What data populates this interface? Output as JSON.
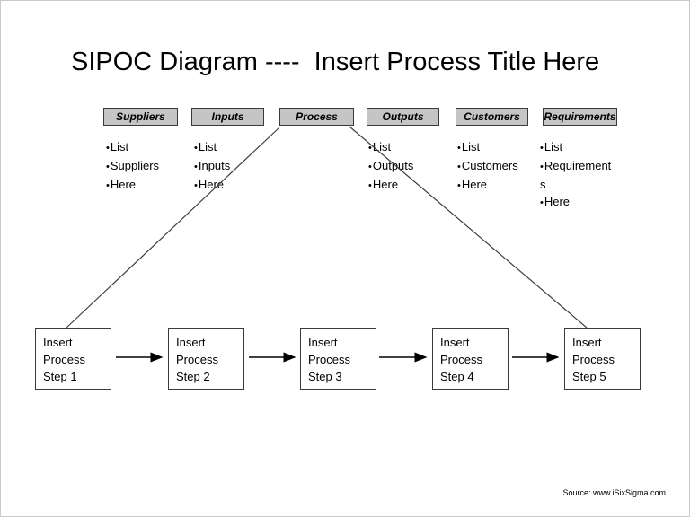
{
  "title": "SIPOC Diagram ----  Insert Process Title Here",
  "columns": [
    {
      "header": "Suppliers",
      "items": [
        "List",
        "Suppliers",
        "Here"
      ]
    },
    {
      "header": "Inputs",
      "items": [
        "List",
        "Inputs",
        "Here"
      ]
    },
    {
      "header": "Process",
      "items": []
    },
    {
      "header": "Outputs",
      "items": [
        "List",
        "Outputs",
        "Here"
      ]
    },
    {
      "header": "Customers",
      "items": [
        "List",
        "Customers",
        "Here"
      ]
    },
    {
      "header": "Requirements",
      "items": [
        "List",
        "Requirements",
        "Here"
      ]
    }
  ],
  "steps": [
    "Insert Process Step 1",
    "Insert Process Step 2",
    "Insert Process Step 3",
    "Insert Process Step 4",
    "Insert Process Step 5"
  ],
  "source": "Source: www.iSixSigma.com",
  "colors": {
    "background": "#ffffff",
    "header_fill": "#c5c5c5",
    "header_border": "#3a3a3a",
    "box_border": "#3a3a3a",
    "connector_line": "#404040",
    "text": "#000000"
  }
}
